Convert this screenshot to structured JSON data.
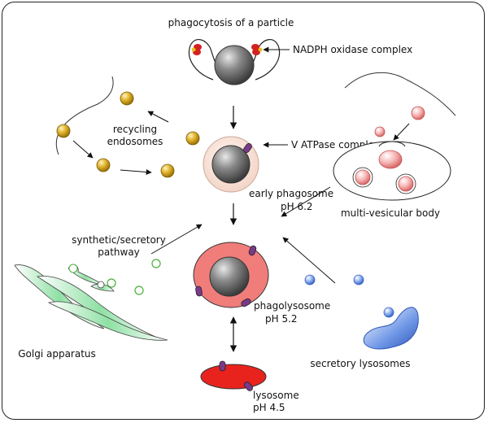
{
  "labels": {
    "phagocytosis": "phagocytosis of a particle",
    "nadph": "NADPH oxidase complex",
    "v_atpase": "V ATPase complex",
    "recycling_1": "recycling",
    "recycling_2": "endosomes",
    "early_1": "early phagosome",
    "early_2": "pH 6.2",
    "mvb": "multi-vesicular body",
    "synthetic_1": "synthetic/secretory",
    "synthetic_2": "pathway",
    "phagolysosome_1": "phagolysosome",
    "phagolysosome_2": "pH 5.2",
    "golgi": "Golgi apparatus",
    "secretory": "secretory lysosomes",
    "lysosome_1": "lysosome",
    "lysosome_2": "pH 4.5"
  },
  "colors": {
    "particle": "#6b6b6b",
    "recycling_endosome": "#d9a820",
    "early_phagosome_membrane": "#f6ddd3",
    "multi_vesicular": "#f0a0a0",
    "phagolysosome": "#f07d7a",
    "lysosome": "#e8231e",
    "secretory_vesicle": "#5a86d8",
    "golgi": "#8fe0a4",
    "synthetic_vesicle": "#4cae3a",
    "v_atpase": "#7a3a8a",
    "nadph": "#d42020"
  }
}
